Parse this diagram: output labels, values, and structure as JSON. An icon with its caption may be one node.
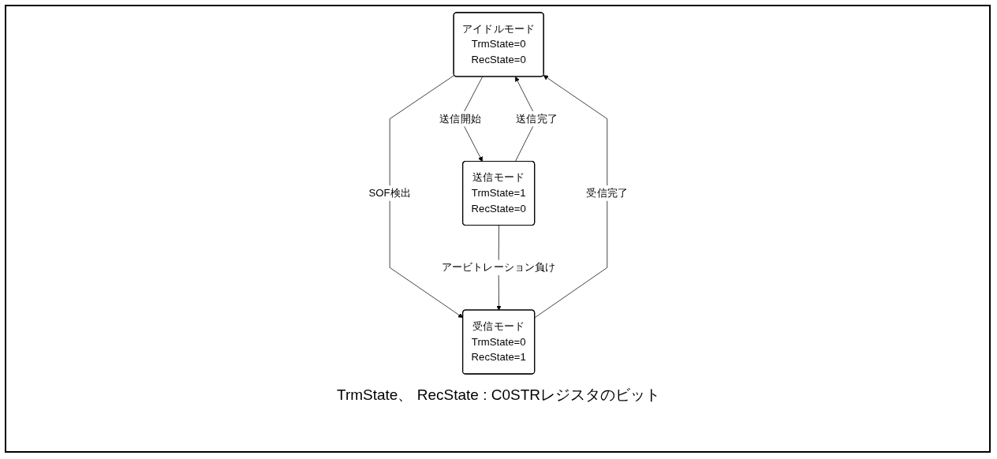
{
  "diagram": {
    "nodes": [
      {
        "text": [
          "アイドルモード",
          "TrmState=0",
          "RecState=0"
        ]
      },
      {
        "text": [
          "送信モード",
          "TrmState=1",
          "RecState=0"
        ]
      },
      {
        "text": [
          "受信モード",
          "TrmState=0",
          "RecState=1"
        ]
      }
    ],
    "edges": [
      {
        "from": 0,
        "to": 1,
        "arrow": "to",
        "label": "送信開始"
      },
      {
        "from": 1,
        "to": 0,
        "arrow": "to",
        "label": "送信完了"
      },
      {
        "from": 0,
        "to": 2,
        "arrow": "to",
        "label": "SOF検出"
      },
      {
        "from": 2,
        "to": 0,
        "arrow": "to",
        "label": "受信完了"
      },
      {
        "from": 1,
        "to": 2,
        "arrow": "to",
        "label": "アービトレーション負け"
      }
    ],
    "labels": [
      "TrmState、 RecState : C0STRレジスタのビット"
    ]
  }
}
